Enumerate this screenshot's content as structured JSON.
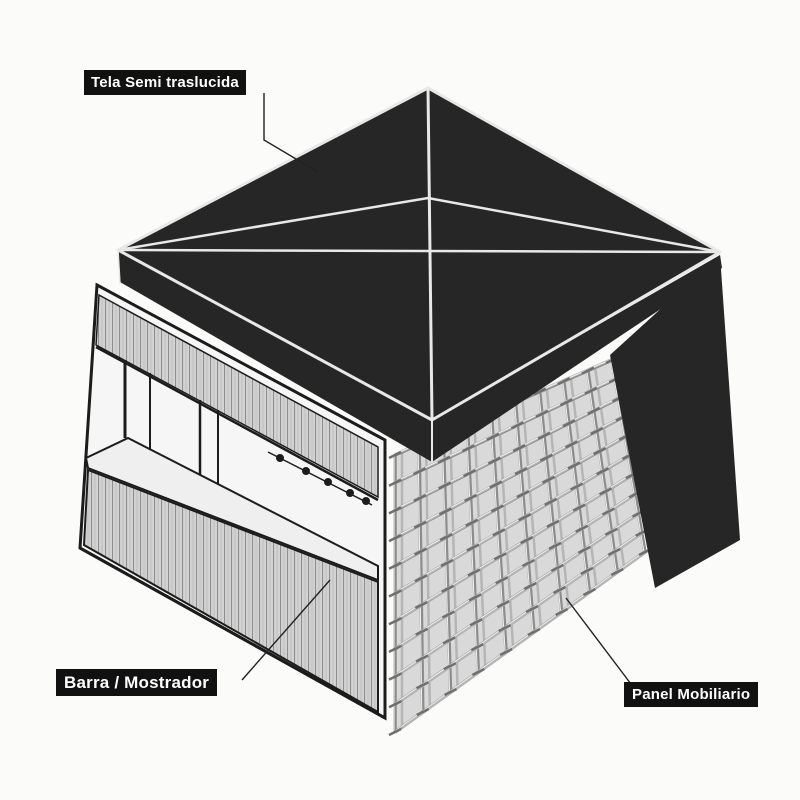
{
  "labels": {
    "tela": "Tela Semi traslucida",
    "barra": "Barra / Mostrador",
    "panel": "Panel Mobiliario"
  },
  "colors": {
    "roof": "#262626",
    "edge": "#e8e8e8",
    "frame": "#1c1c1c",
    "panel_fill": "#cfcfcf",
    "grid_line": "#8c8c8c",
    "grid_light": "#f2f2f2",
    "label_bg": "#111111"
  }
}
